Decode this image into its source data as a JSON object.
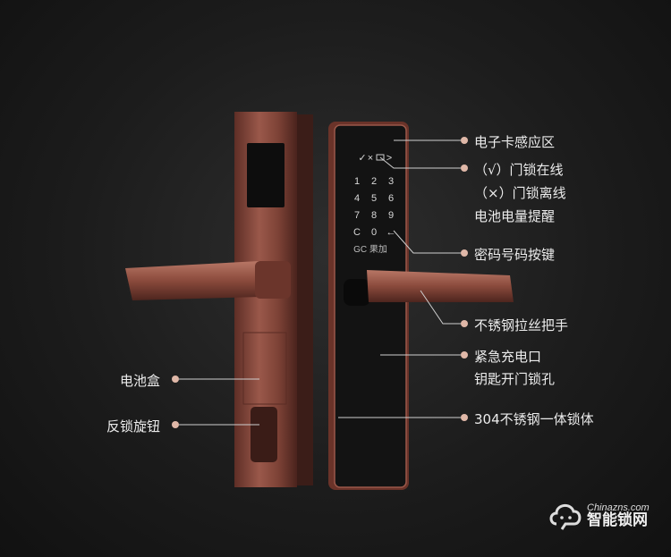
{
  "product": {
    "brand_mark": "GC 果加",
    "keypad_status": [
      "✓",
      "×",
      "battery",
      ">"
    ],
    "keypad_keys": [
      "1",
      "2",
      "3",
      "4",
      "5",
      "6",
      "7",
      "8",
      "9",
      "C",
      "0",
      "←"
    ]
  },
  "callouts_right": [
    {
      "lines": [
        "电子卡感应区"
      ]
    },
    {
      "lines": [
        "（√）门锁在线",
        "（×）门锁离线",
        "电池电量提醒"
      ]
    },
    {
      "lines": [
        "密码号码按键"
      ]
    },
    {
      "lines": [
        "不锈钢拉丝把手"
      ]
    },
    {
      "lines": [
        "紧急充电口",
        "钥匙开门锁孔"
      ]
    },
    {
      "lines": [
        "304不锈钢一体锁体"
      ]
    }
  ],
  "callouts_left": [
    {
      "lines": [
        "电池盒"
      ]
    },
    {
      "lines": [
        "反锁旋钮"
      ]
    }
  ],
  "watermark": {
    "en": "Chinazns.com",
    "cn": "智能锁网"
  },
  "colors": {
    "background": "#1c1c1c",
    "bronze": "#8a4a3c",
    "label_text": "#ececec",
    "callout_line": "#cfcfcf"
  }
}
